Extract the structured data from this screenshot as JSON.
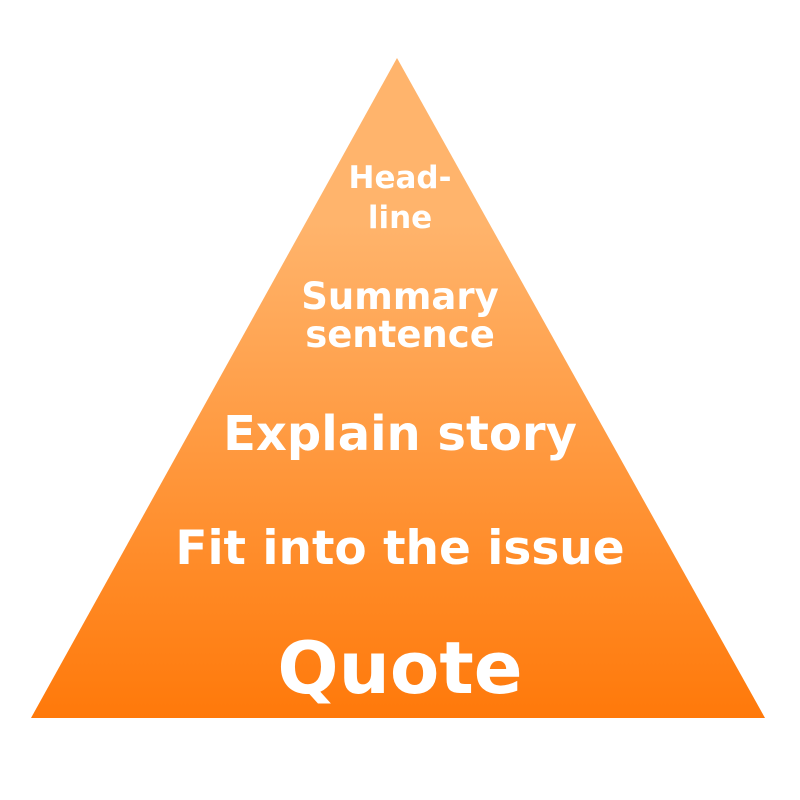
{
  "colors": {
    "top": "#FFB46C",
    "bottom": "#FF790A",
    "text": "#FFFFFF"
  },
  "tiers": [
    {
      "lines": [
        "Head-",
        "line"
      ]
    },
    {
      "lines": [
        "Summary",
        "sentence"
      ]
    },
    {
      "lines": [
        "Explain story"
      ]
    },
    {
      "lines": [
        "Fit into the issue"
      ]
    },
    {
      "lines": [
        "Quote"
      ]
    }
  ]
}
